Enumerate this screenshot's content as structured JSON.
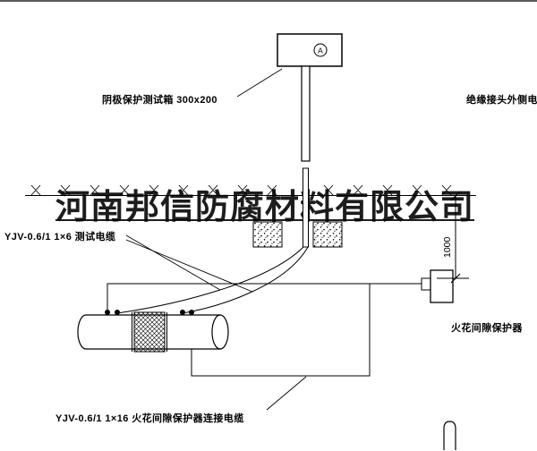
{
  "company_watermark": "河南邦信防腐材料有限公司",
  "labels": {
    "test_box": "阴极保护测试箱 300x200",
    "outer_cable": "绝缘接头外侧电缆",
    "test_cable": "YJV-0.6/1 1×6 测试电缆",
    "protector": "火花间隙保护器",
    "protector_cable": "YJV-0.6/1 1×16 火花间隙保护器连接电缆",
    "ammeter": "A",
    "dimension_depth": "1000"
  }
}
